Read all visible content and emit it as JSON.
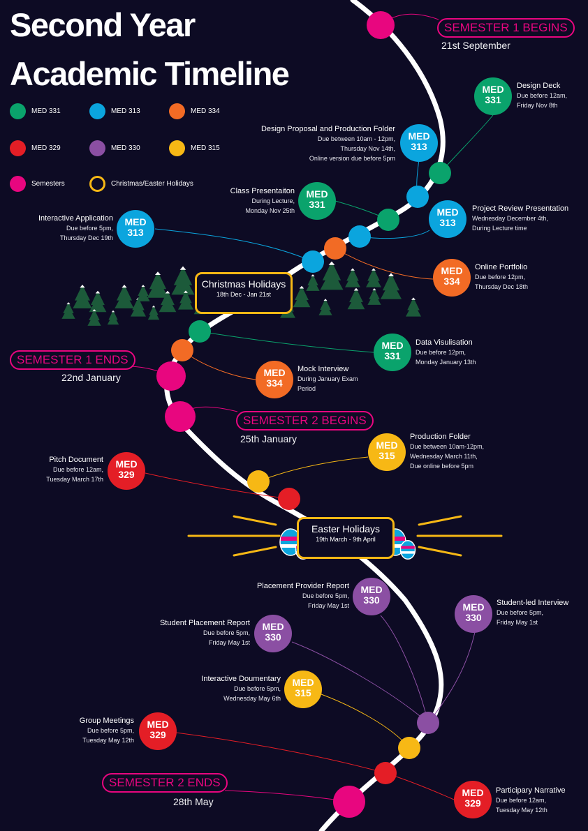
{
  "title": {
    "line1": "Second Year",
    "line2": "Academic Timeline"
  },
  "colors": {
    "background": "#0d0b24",
    "MED 331": "#0aa36c",
    "MED 313": "#0ba5de",
    "MED 334": "#f26b25",
    "MED 329": "#e41e26",
    "MED 330": "#8b4fa3",
    "MED 315": "#f7b815",
    "semester": "#e8067f",
    "holiday": "#f7b815",
    "tree": "#1c5a3a"
  },
  "legend": [
    {
      "label": "MED 331",
      "color": "#0aa36c"
    },
    {
      "label": "MED 313",
      "color": "#0ba5de"
    },
    {
      "label": "MED 334",
      "color": "#f26b25"
    },
    {
      "label": "MED 329",
      "color": "#e41e26"
    },
    {
      "label": "MED 330",
      "color": "#8b4fa3"
    },
    {
      "label": "MED 315",
      "color": "#f7b815"
    },
    {
      "label": "Semesters",
      "color": "#e8067f"
    },
    {
      "label": "Christmas/Easter Holidays",
      "color": "#f7b815",
      "ring": true
    }
  ],
  "semesters": [
    {
      "label": "SEMESTER 1 BEGINS",
      "date": "21st September"
    },
    {
      "label": "SEMESTER 1 ENDS",
      "date": "22nd January"
    },
    {
      "label": "SEMESTER 2 BEGINS",
      "date": "25th January"
    },
    {
      "label": "SEMESTER 2 ENDS",
      "date": "28th May"
    }
  ],
  "holidays": [
    {
      "title": "Christmas Holidays",
      "dates": "18th Dec - Jan 21st"
    },
    {
      "title": "Easter Holidays",
      "dates": "19th March - 9th April"
    }
  ],
  "tasks": [
    {
      "module": "MED 331",
      "code1": "MED",
      "code2": "331",
      "title": "Design Deck",
      "detail": "Due before  12am,\nFriday Nov 8th"
    },
    {
      "module": "MED 313",
      "code1": "MED",
      "code2": "313",
      "title": "Design Proposal and Production Folder",
      "detail": "Due between 10am - 12pm,\nThursday Nov 14th,\nOnline version due  before 5pm"
    },
    {
      "module": "MED 331",
      "code1": "MED",
      "code2": "331",
      "title": "Class Presentaiton",
      "detail": "During Lecture,\nMonday Nov 25th"
    },
    {
      "module": "MED 313",
      "code1": "MED",
      "code2": "313",
      "title": "Project Review Presentation",
      "detail": "Wednesday December 4th,\nDuring Lecture time"
    },
    {
      "module": "MED 313",
      "code1": "MED",
      "code2": "313",
      "title": "Interactive Application",
      "detail": "Due before 5pm,\nThursday Dec 19th"
    },
    {
      "module": "MED 334",
      "code1": "MED",
      "code2": "334",
      "title": "Online Portfolio",
      "detail": "Due before 12pm,\nThursday Dec 18th"
    },
    {
      "module": "MED 331",
      "code1": "MED",
      "code2": "331",
      "title": "Data Visulisation",
      "detail": "Due before  12pm,\nMonday January 13th"
    },
    {
      "module": "MED 334",
      "code1": "MED",
      "code2": "334",
      "title": "Mock Interview",
      "detail": "During January Exam\nPeriod"
    },
    {
      "module": "MED 315",
      "code1": "MED",
      "code2": "315",
      "title": "Production Folder",
      "detail": "Due between 10am-12pm,\nWednesday March 11th,\nDue online before 5pm"
    },
    {
      "module": "MED 329",
      "code1": "MED",
      "code2": "329",
      "title": "Pitch Document",
      "detail": "Due before 12am,\nTuesday March 17th"
    },
    {
      "module": "MED 330",
      "code1": "MED",
      "code2": "330",
      "title": "Placement Provider Report",
      "detail": "Due before 5pm,\nFriday May 1st"
    },
    {
      "module": "MED 330",
      "code1": "MED",
      "code2": "330",
      "title": "Student-led Interview",
      "detail": "Due before 5pm,\nFriday May 1st"
    },
    {
      "module": "MED 330",
      "code1": "MED",
      "code2": "330",
      "title": "Student Placement Report",
      "detail": "Due before 5pm,\nFriday May 1st"
    },
    {
      "module": "MED 315",
      "code1": "MED",
      "code2": "315",
      "title": "Interactive Doumentary",
      "detail": "Due before 5pm,\nWednesday May 6th"
    },
    {
      "module": "MED 329",
      "code1": "MED",
      "code2": "329",
      "title": "Group Meetings",
      "detail": "Due before  5pm,\nTuesday May 12th"
    },
    {
      "module": "MED 329",
      "code1": "MED",
      "code2": "329",
      "title": "Participary Narrative",
      "detail": "Due before  12am,\nTuesday May 12th"
    }
  ]
}
